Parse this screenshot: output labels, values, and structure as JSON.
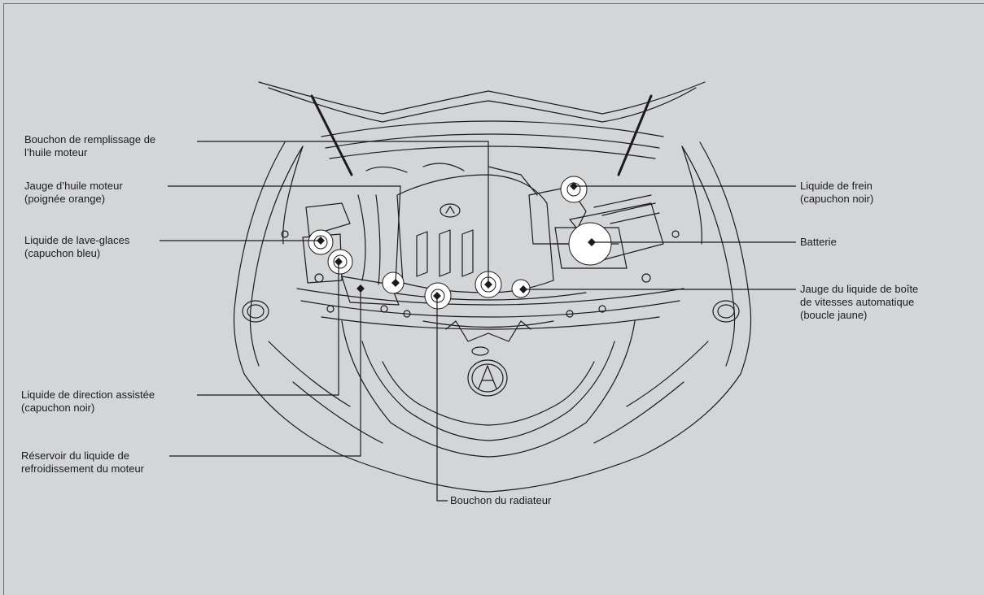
{
  "labels": {
    "oil_filler_cap": [
      "Bouchon de remplissage de",
      "l’huile moteur"
    ],
    "oil_dipstick": [
      "Jauge d’huile moteur",
      "(poignée orange)"
    ],
    "washer_fluid": [
      "Liquide de lave-glaces",
      "(capuchon bleu)"
    ],
    "power_steering": [
      "Liquide de direction assistée",
      "(capuchon noir)"
    ],
    "coolant_reservoir": [
      "Réservoir du liquide de",
      "refroidissement du moteur"
    ],
    "radiator_cap": [
      "Bouchon du radiateur"
    ],
    "brake_fluid": [
      "Liquide de frein",
      "(capuchon noir)"
    ],
    "battery": [
      "Batterie"
    ],
    "atf_dipstick": [
      "Jauge du liquide de boîte",
      "de vitesses automatique",
      "(boucle jaune)"
    ]
  },
  "colors": {
    "background": "#d4d5d6",
    "line": "#1b1b1b",
    "highlight": "#ffffff"
  }
}
